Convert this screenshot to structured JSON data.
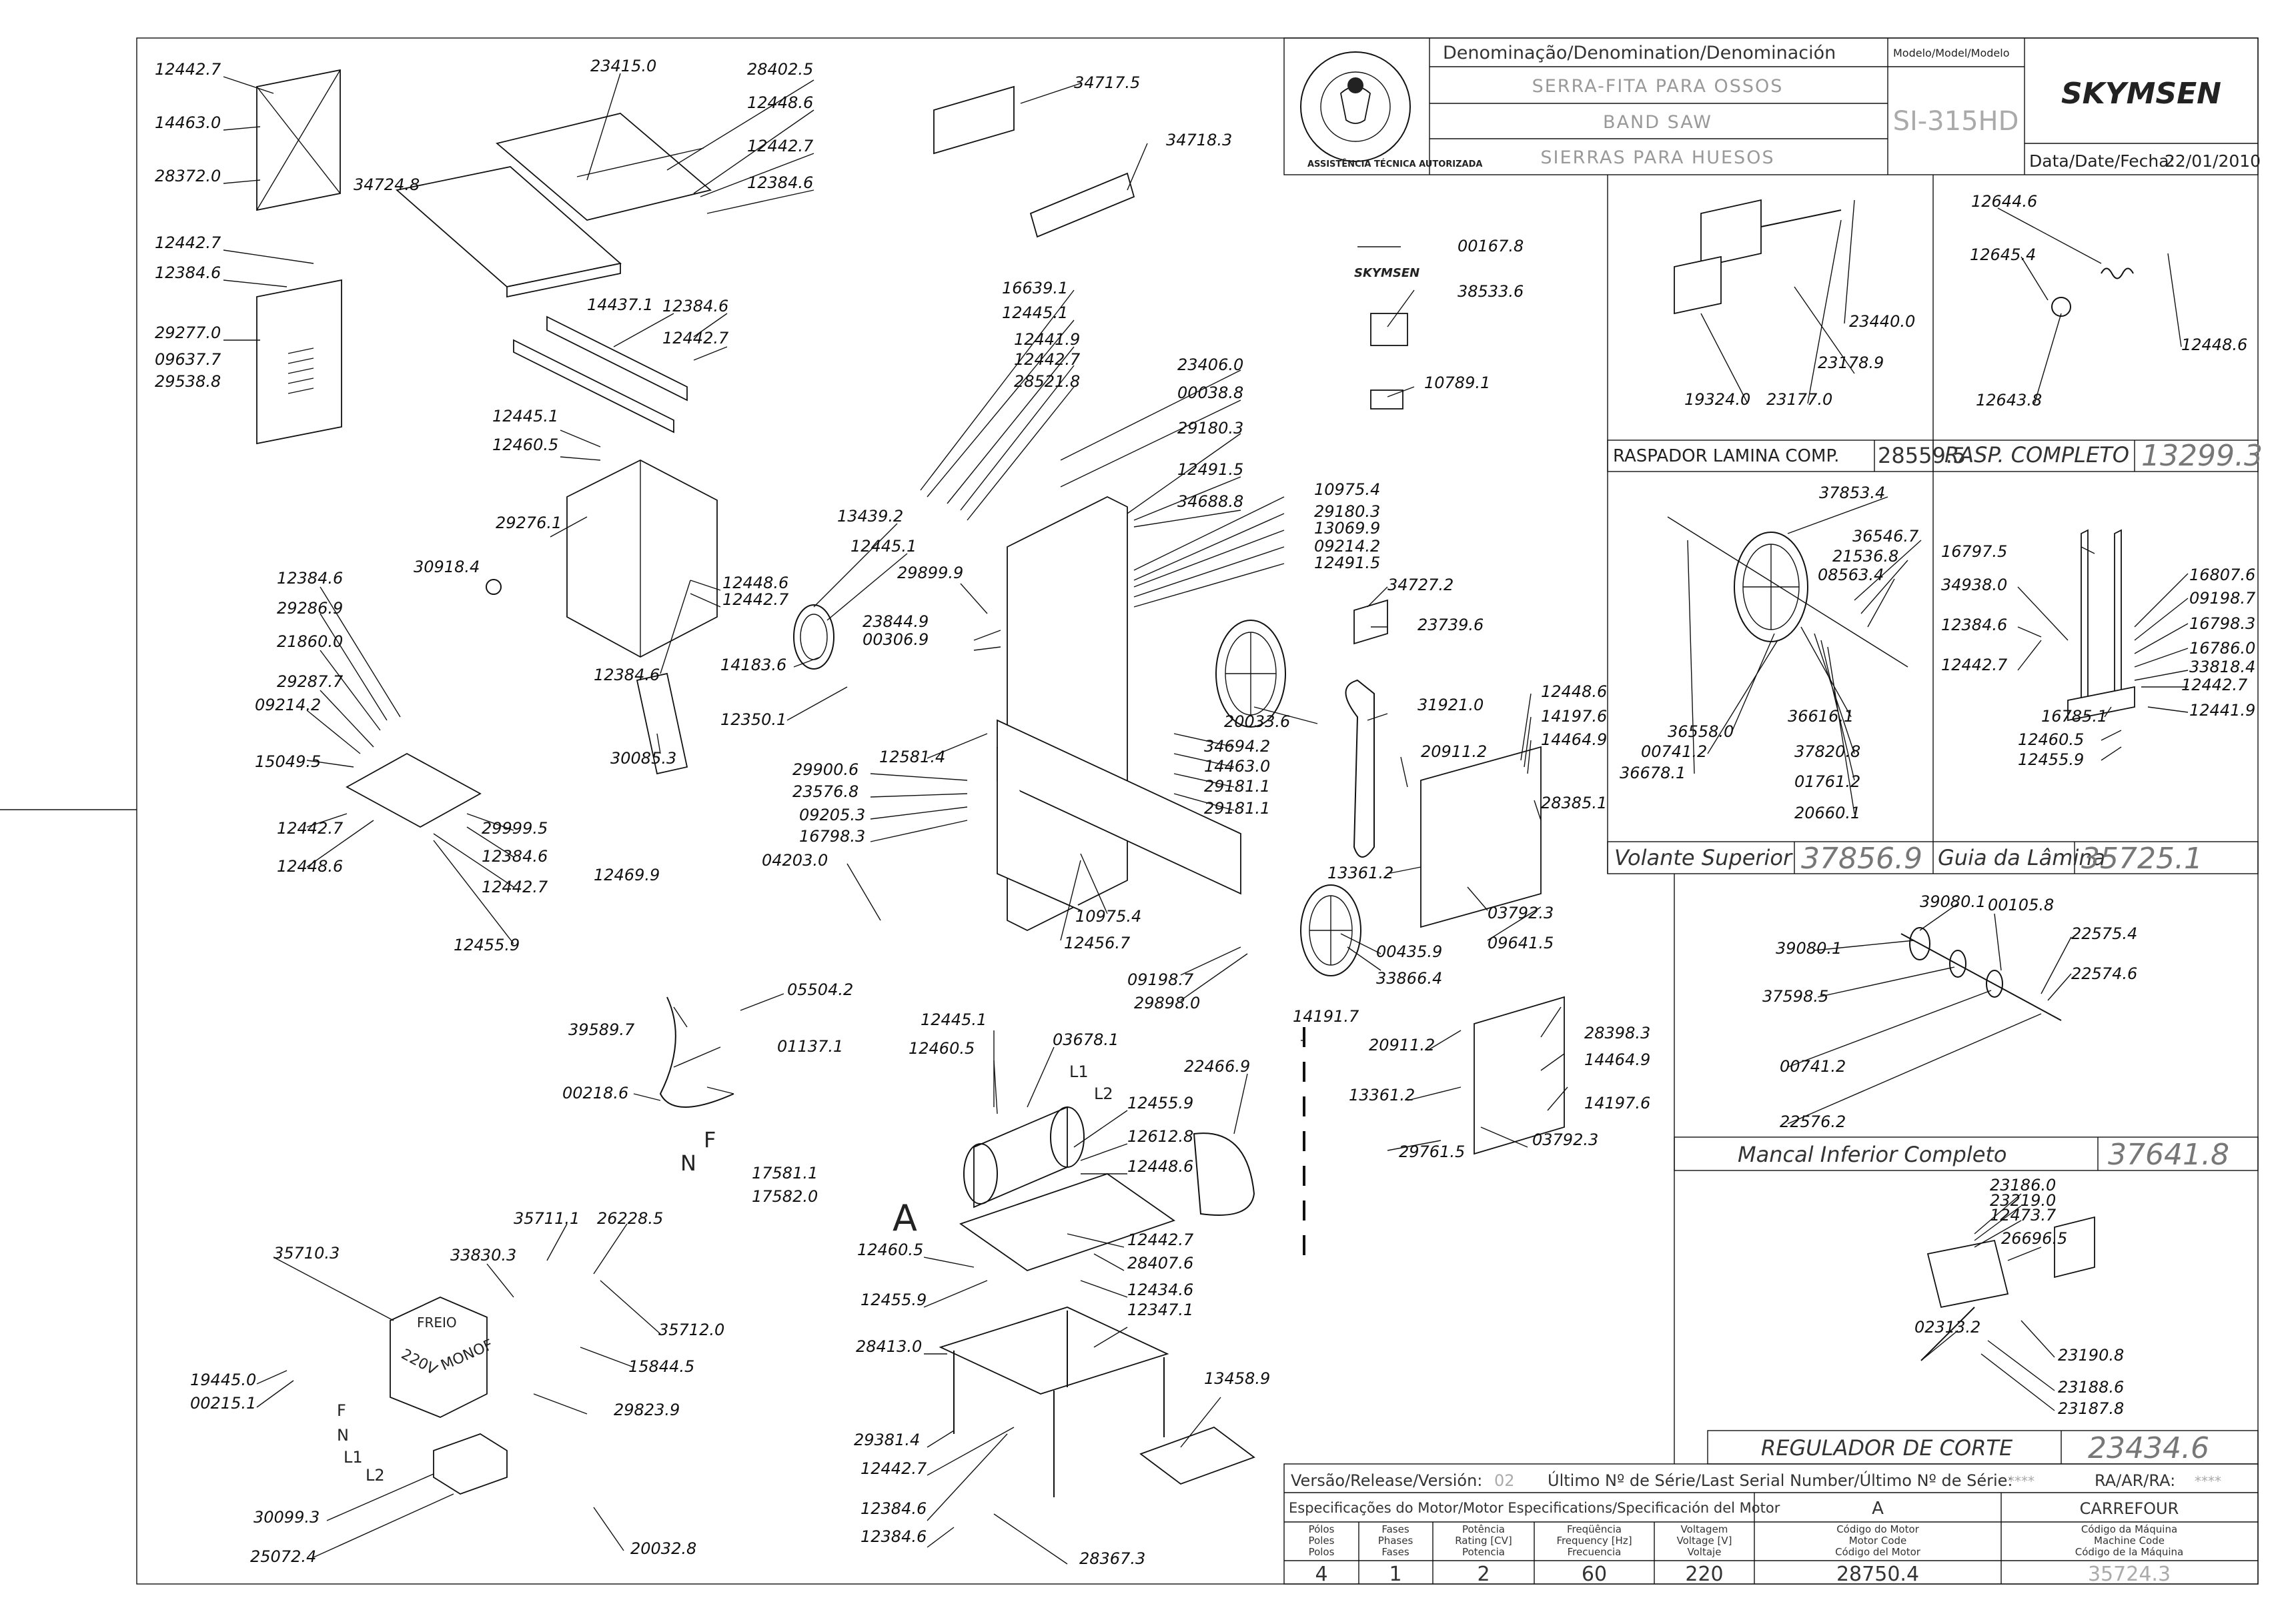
{
  "title_block": {
    "denomination_label": "Denominação/Denomination/Denominación",
    "model_label": "Modelo/Model/Modelo",
    "name_pt": "SERRA-FITA PARA OSSOS",
    "name_en": "BAND SAW",
    "name_es": "SIERRAS PARA HUESOS",
    "model": "SI-315HD",
    "brand": "SKYMSEN",
    "date_label": "Data/Date/Fecha:",
    "date": "22/01/2010",
    "seal_text": "ASSISTÊNCIA TÉCNICA AUTORIZADA",
    "version_label": "Versão/Release/Versión:",
    "version": "02",
    "serial_label": "Último Nº de Série/Last Serial Number/Último Nº de Série:",
    "serial_value": "****",
    "ra_label": "RA/AR/RA:",
    "ra_value": "****"
  },
  "motor_specs": {
    "header": "Especificações do Motor/Motor Especifications/Specificación del Motor",
    "columns": [
      {
        "label": [
          "Pólos",
          "Poles",
          "Polos"
        ],
        "value": "4"
      },
      {
        "label": [
          "Fases",
          "Phases",
          "Fases"
        ],
        "value": "1"
      },
      {
        "label": [
          "Potência",
          "Rating [CV]",
          "Potencia"
        ],
        "value": "2"
      },
      {
        "label": [
          "Freqüência",
          "Frequency [Hz]",
          "Frecuencia"
        ],
        "value": "60"
      },
      {
        "label": [
          "Voltagem",
          "Voltage [V]",
          "Voltaje"
        ],
        "value": "220"
      }
    ],
    "motor_col": {
      "title": "A",
      "label": [
        "Código do Motor",
        "Motor Code",
        "Código del Motor"
      ],
      "value": "28750.4"
    },
    "machine_col": {
      "title": "CARREFOUR",
      "label": [
        "Código da Máquina",
        "Machine Code",
        "Código de la Máquina"
      ],
      "value": "35724.3"
    }
  },
  "assemblies": [
    {
      "name": "RASPADOR LAMINA COMP.",
      "code": "28559.5"
    },
    {
      "name": "RASP. COMPLETO",
      "code": "13299.3"
    },
    {
      "name": "Volante Superior",
      "code": "37856.9"
    },
    {
      "name": "Guia da Lâmina",
      "code": "35725.1"
    },
    {
      "name": "Mancal Inferior Completo",
      "code": "37641.8"
    },
    {
      "name": "REGULADOR DE CORTE",
      "code": "23434.6"
    }
  ],
  "electrical_labels": {
    "freio": "FREIO",
    "voltage": "220V",
    "monof": "MONOF",
    "F": "F",
    "N": "N",
    "L1": "L1",
    "L2": "L2",
    "A": "A"
  },
  "part_labels": [
    {
      "id": "p1",
      "text": "12442.7"
    },
    {
      "id": "p2",
      "text": "14463.0"
    },
    {
      "id": "p3",
      "text": "28372.0"
    },
    {
      "id": "p4",
      "text": "12442.7"
    },
    {
      "id": "p5",
      "text": "12384.6"
    },
    {
      "id": "p6",
      "text": "29277.0"
    },
    {
      "id": "p7",
      "text": "09637.7"
    },
    {
      "id": "p8",
      "text": "29538.8"
    },
    {
      "id": "p9",
      "text": "23415.0"
    },
    {
      "id": "p10",
      "text": "28402.5"
    },
    {
      "id": "p11",
      "text": "12448.6"
    },
    {
      "id": "p12",
      "text": "12442.7"
    },
    {
      "id": "p13",
      "text": "12384.6"
    },
    {
      "id": "p14",
      "text": "34724.8"
    },
    {
      "id": "p15",
      "text": "14437.1"
    },
    {
      "id": "p16",
      "text": "12384.6"
    },
    {
      "id": "p17",
      "text": "12442.7"
    },
    {
      "id": "p18",
      "text": "12445.1"
    },
    {
      "id": "p19",
      "text": "12460.5"
    },
    {
      "id": "p20",
      "text": "29276.1"
    },
    {
      "id": "p21",
      "text": "30918.4"
    },
    {
      "id": "p22",
      "text": "12448.6"
    },
    {
      "id": "p23",
      "text": "12442.7"
    },
    {
      "id": "p24",
      "text": "12384.6"
    },
    {
      "id": "p25",
      "text": "30085.3"
    },
    {
      "id": "p26",
      "text": "12384.6"
    },
    {
      "id": "p27",
      "text": "29286.9"
    },
    {
      "id": "p28",
      "text": "21860.0"
    },
    {
      "id": "p29",
      "text": "29287.7"
    },
    {
      "id": "p30",
      "text": "09214.2"
    },
    {
      "id": "p31",
      "text": "15049.5"
    },
    {
      "id": "p32",
      "text": "12442.7"
    },
    {
      "id": "p33",
      "text": "12448.6"
    },
    {
      "id": "p34",
      "text": "29999.5"
    },
    {
      "id": "p35",
      "text": "12384.6"
    },
    {
      "id": "p36",
      "text": "12442.7"
    },
    {
      "id": "p37",
      "text": "12455.9"
    },
    {
      "id": "p38",
      "text": "34717.5"
    },
    {
      "id": "p39",
      "text": "34718.3"
    },
    {
      "id": "p40",
      "text": "16639.1"
    },
    {
      "id": "p41",
      "text": "12445.1"
    },
    {
      "id": "p42",
      "text": "12441.9"
    },
    {
      "id": "p43",
      "text": "12442.7"
    },
    {
      "id": "p44",
      "text": "28521.8"
    },
    {
      "id": "p45",
      "text": "23406.0"
    },
    {
      "id": "p46",
      "text": "00038.8"
    },
    {
      "id": "p47",
      "text": "29180.3"
    },
    {
      "id": "p48",
      "text": "12491.5"
    },
    {
      "id": "p49",
      "text": "34688.8"
    },
    {
      "id": "p50",
      "text": "13439.2"
    },
    {
      "id": "p51",
      "text": "12445.1"
    },
    {
      "id": "p52",
      "text": "29899.9"
    },
    {
      "id": "p53",
      "text": "23844.9"
    },
    {
      "id": "p54",
      "text": "00306.9"
    },
    {
      "id": "p55",
      "text": "14183.6"
    },
    {
      "id": "p56",
      "text": "12350.1"
    },
    {
      "id": "p57",
      "text": "12581.4"
    },
    {
      "id": "p58",
      "text": "29900.6"
    },
    {
      "id": "p59",
      "text": "23576.8"
    },
    {
      "id": "p60",
      "text": "09205.3"
    },
    {
      "id": "p61",
      "text": "16798.3"
    },
    {
      "id": "p62",
      "text": "04203.0"
    },
    {
      "id": "p63",
      "text": "12469.9"
    },
    {
      "id": "p64",
      "text": "10975.4"
    },
    {
      "id": "p65",
      "text": "29180.3"
    },
    {
      "id": "p66",
      "text": "13069.9"
    },
    {
      "id": "p67",
      "text": "09214.2"
    },
    {
      "id": "p68",
      "text": "12491.5"
    },
    {
      "id": "p69",
      "text": "34727.2"
    },
    {
      "id": "p70",
      "text": "23739.6"
    },
    {
      "id": "p71",
      "text": "20033.6"
    },
    {
      "id": "p72",
      "text": "34694.2"
    },
    {
      "id": "p73",
      "text": "14463.0"
    },
    {
      "id": "p74",
      "text": "29181.1"
    },
    {
      "id": "p75",
      "text": "29181.1"
    },
    {
      "id": "p76",
      "text": "10975.4"
    },
    {
      "id": "p77",
      "text": "12456.7"
    },
    {
      "id": "p78",
      "text": "09198.7"
    },
    {
      "id": "p79",
      "text": "29898.0"
    },
    {
      "id": "p80",
      "text": "00435.9"
    },
    {
      "id": "p81",
      "text": "33866.4"
    },
    {
      "id": "p82",
      "text": "00167.8"
    },
    {
      "id": "p83",
      "text": "38533.6"
    },
    {
      "id": "p84",
      "text": "10789.1"
    },
    {
      "id": "p85",
      "text": "31921.0"
    },
    {
      "id": "p86",
      "text": "20911.2"
    },
    {
      "id": "p87",
      "text": "12448.6"
    },
    {
      "id": "p88",
      "text": "14197.6"
    },
    {
      "id": "p89",
      "text": "14464.9"
    },
    {
      "id": "p90",
      "text": "28385.1"
    },
    {
      "id": "p91",
      "text": "13361.2"
    },
    {
      "id": "p92",
      "text": "03792.3"
    },
    {
      "id": "p93",
      "text": "09641.5"
    },
    {
      "id": "p94",
      "text": "05504.2"
    },
    {
      "id": "p95",
      "text": "39589.7"
    },
    {
      "id": "p96",
      "text": "01137.1"
    },
    {
      "id": "p97",
      "text": "00218.6"
    },
    {
      "id": "p98",
      "text": "17581.1"
    },
    {
      "id": "p99",
      "text": "17582.0"
    },
    {
      "id": "p100",
      "text": "12445.1"
    },
    {
      "id": "p101",
      "text": "12460.5"
    },
    {
      "id": "p102",
      "text": "03678.1"
    },
    {
      "id": "p103",
      "text": "12455.9"
    },
    {
      "id": "p104",
      "text": "12612.8"
    },
    {
      "id": "p105",
      "text": "12448.6"
    },
    {
      "id": "p106",
      "text": "22466.9"
    },
    {
      "id": "p107",
      "text": "14191.7"
    },
    {
      "id": "p108",
      "text": "12442.7"
    },
    {
      "id": "p109",
      "text": "28407.6"
    },
    {
      "id": "p110",
      "text": "12460.5"
    },
    {
      "id": "p111",
      "text": "12434.6"
    },
    {
      "id": "p112",
      "text": "12455.9"
    },
    {
      "id": "p113",
      "text": "12347.1"
    },
    {
      "id": "p114",
      "text": "28413.0"
    },
    {
      "id": "p115",
      "text": "13458.9"
    },
    {
      "id": "p116",
      "text": "29381.4"
    },
    {
      "id": "p117",
      "text": "12442.7"
    },
    {
      "id": "p118",
      "text": "12384.6"
    },
    {
      "id": "p119",
      "text": "12384.6"
    },
    {
      "id": "p120",
      "text": "28367.3"
    },
    {
      "id": "p121",
      "text": "20911.2"
    },
    {
      "id": "p122",
      "text": "28398.3"
    },
    {
      "id": "p123",
      "text": "14464.9"
    },
    {
      "id": "p124",
      "text": "13361.2"
    },
    {
      "id": "p125",
      "text": "14197.6"
    },
    {
      "id": "p126",
      "text": "29761.5"
    },
    {
      "id": "p127",
      "text": "03792.3"
    },
    {
      "id": "p128",
      "text": "35711.1"
    },
    {
      "id": "p129",
      "text": "26228.5"
    },
    {
      "id": "p130",
      "text": "35710.3"
    },
    {
      "id": "p131",
      "text": "33830.3"
    },
    {
      "id": "p132",
      "text": "35712.0"
    },
    {
      "id": "p133",
      "text": "15844.5"
    },
    {
      "id": "p134",
      "text": "19445.0"
    },
    {
      "id": "p135",
      "text": "00215.1"
    },
    {
      "id": "p136",
      "text": "29823.9"
    },
    {
      "id": "p137",
      "text": "30099.3"
    },
    {
      "id": "p138",
      "text": "25072.4"
    },
    {
      "id": "p139",
      "text": "20032.8"
    },
    {
      "id": "p140",
      "text": "23440.0"
    },
    {
      "id": "p141",
      "text": "23178.9"
    },
    {
      "id": "p142",
      "text": "19324.0"
    },
    {
      "id": "p143",
      "text": "23177.0"
    },
    {
      "id": "p144",
      "text": "12644.6"
    },
    {
      "id": "p145",
      "text": "12645.4"
    },
    {
      "id": "p146",
      "text": "12448.6"
    },
    {
      "id": "p147",
      "text": "12643.8"
    },
    {
      "id": "p148",
      "text": "37853.4"
    },
    {
      "id": "p149",
      "text": "36546.7"
    },
    {
      "id": "p150",
      "text": "21536.8"
    },
    {
      "id": "p151",
      "text": "08563.4"
    },
    {
      "id": "p152",
      "text": "36558.0"
    },
    {
      "id": "p153",
      "text": "00741.2"
    },
    {
      "id": "p154",
      "text": "36678.1"
    },
    {
      "id": "p155",
      "text": "36616.1"
    },
    {
      "id": "p156",
      "text": "37820.8"
    },
    {
      "id": "p157",
      "text": "01761.2"
    },
    {
      "id": "p158",
      "text": "20660.1"
    },
    {
      "id": "p159",
      "text": "16797.5"
    },
    {
      "id": "p160",
      "text": "34938.0"
    },
    {
      "id": "p161",
      "text": "12384.6"
    },
    {
      "id": "p162",
      "text": "12442.7"
    },
    {
      "id": "p163",
      "text": "16807.6"
    },
    {
      "id": "p164",
      "text": "09198.7"
    },
    {
      "id": "p165",
      "text": "16798.3"
    },
    {
      "id": "p166",
      "text": "16786.0"
    },
    {
      "id": "p167",
      "text": "33818.4"
    },
    {
      "id": "p168",
      "text": "12442.7"
    },
    {
      "id": "p169",
      "text": "12441.9"
    },
    {
      "id": "p170",
      "text": "16785.1"
    },
    {
      "id": "p171",
      "text": "12460.5"
    },
    {
      "id": "p172",
      "text": "12455.9"
    },
    {
      "id": "p173",
      "text": "39080.1"
    },
    {
      "id": "p174",
      "text": "00105.8"
    },
    {
      "id": "p175",
      "text": "39080.1"
    },
    {
      "id": "p176",
      "text": "22575.4"
    },
    {
      "id": "p177",
      "text": "22574.6"
    },
    {
      "id": "p178",
      "text": "37598.5"
    },
    {
      "id": "p179",
      "text": "00741.2"
    },
    {
      "id": "p180",
      "text": "22576.2"
    },
    {
      "id": "p181",
      "text": "23186.0"
    },
    {
      "id": "p182",
      "text": "23219.0"
    },
    {
      "id": "p183",
      "text": "12473.7"
    },
    {
      "id": "p184",
      "text": "26696.5"
    },
    {
      "id": "p185",
      "text": "02313.2"
    },
    {
      "id": "p186",
      "text": "23190.8"
    },
    {
      "id": "p187",
      "text": "23188.6"
    },
    {
      "id": "p188",
      "text": "23187.8"
    }
  ]
}
